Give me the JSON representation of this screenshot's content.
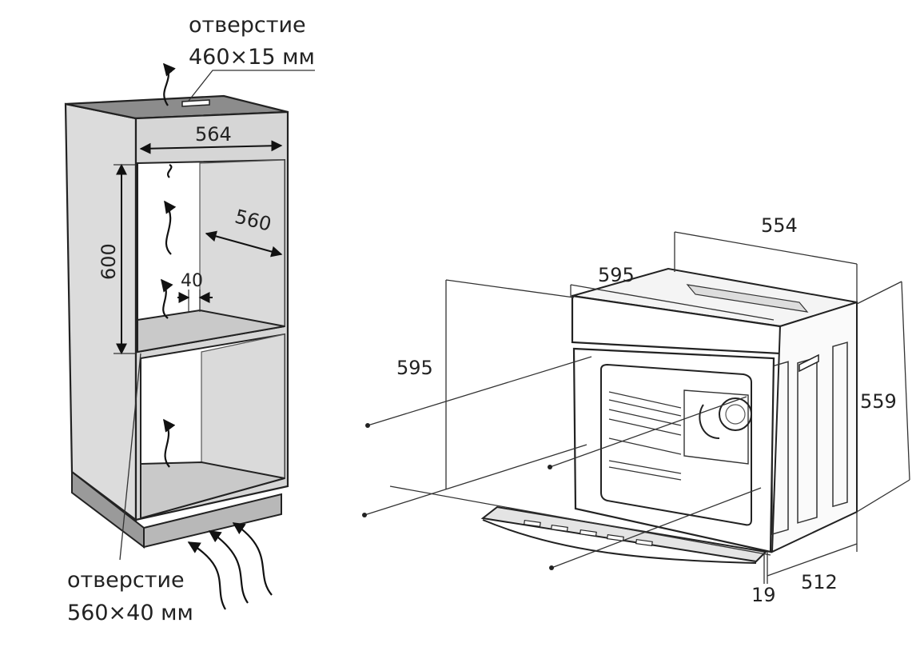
{
  "cabinet": {
    "top_vent_label": "отверстие",
    "top_vent_size": "460×15 мм",
    "bottom_vent_label": "отверстие",
    "bottom_vent_size": "560×40 мм",
    "width_dim": "564",
    "depth_dim": "560",
    "height_dim": "600",
    "gap_dim": "40"
  },
  "oven": {
    "top_depth_dim": "554",
    "front_width_dim": "595",
    "front_height_dim": "595",
    "side_height_dim": "559",
    "body_depth_dim": "512",
    "door_thickness_dim": "19"
  }
}
